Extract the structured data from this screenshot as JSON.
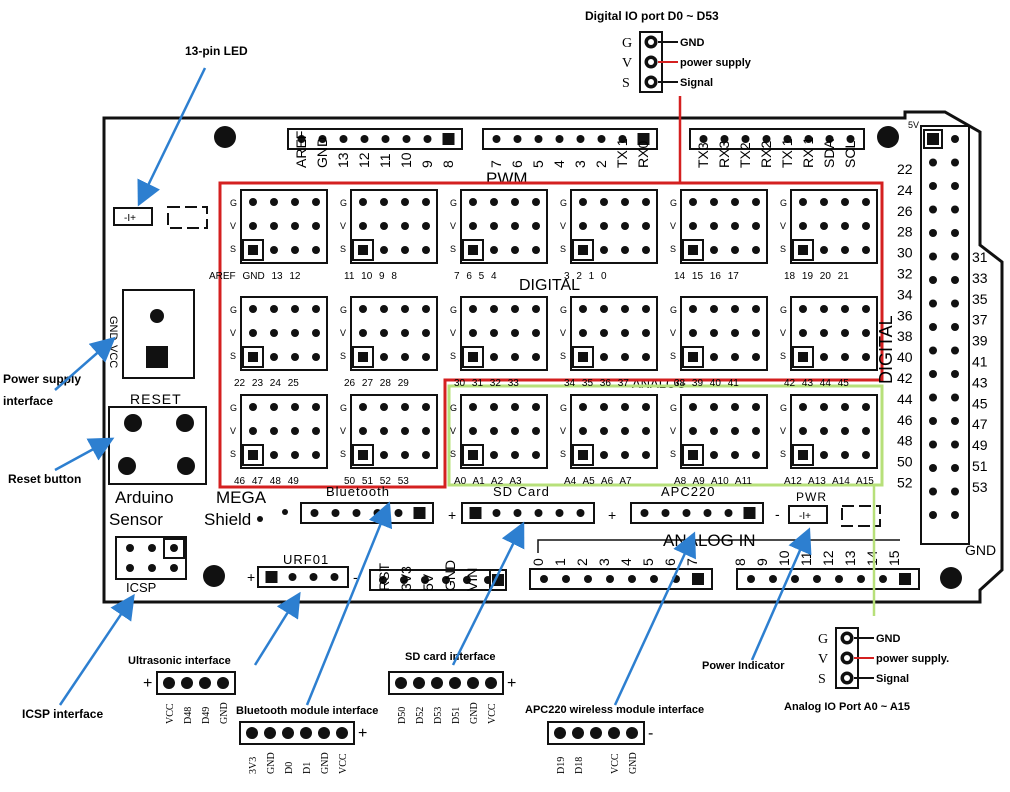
{
  "colors": {
    "board_outline": "#111111",
    "digital_box": "#d42020",
    "analog_box": "#b7e07a",
    "arrow": "#2d7fd0",
    "power_wire": "#d42020"
  },
  "callouts": {
    "digital_io_title": "Digital IO port D0 ~ D53",
    "analog_io_title": "Analog IO Port A0 ~ A15",
    "led13": "13-pin LED",
    "power_supply_interface": [
      "Power supply",
      "interface"
    ],
    "reset_button": "Reset button",
    "icsp_interface": "ICSP interface",
    "ultrasonic_interface": "Ultrasonic interface",
    "bluetooth_module_interface": "Bluetooth module interface",
    "sd_card_interface": "SD card interface",
    "apc220_interface": "APC220 wireless module interface",
    "power_indicator": "Power Indicator"
  },
  "pin_legend": {
    "letters": [
      "G",
      "V",
      "S"
    ],
    "labels": [
      "GND",
      "power supply",
      "Signal"
    ],
    "labels_analog": [
      "GND",
      "power supply.",
      "Signal"
    ]
  },
  "board": {
    "header_top_left": [
      "AREF",
      "GND",
      "13",
      "12",
      "11",
      "10",
      "9",
      "8"
    ],
    "header_top_mid": [
      "7",
      "6",
      "5",
      "4",
      "3",
      "2",
      "TX 1",
      "RX0"
    ],
    "header_top_right": [
      "TX3",
      "RX3",
      "TX2",
      "RX2",
      "TX 1",
      "RX 1",
      "SDA",
      "SCL"
    ],
    "pwm_label": "PWM",
    "digital_label": "DIGITAL",
    "digital_side_label": "DIGITAL",
    "analog_label": "ANALOG",
    "analog_in_label": "ANALOG IN",
    "reset_label": "RESET",
    "gnd_vcc_labels": [
      "GND",
      "VCC"
    ],
    "arduino_label": "Arduino",
    "sensor_label": "Sensor",
    "mega_label": "MEGA",
    "shield_label": "Shield",
    "bluetooth_label": "Bluetooth",
    "sdcard_label": "SD Card",
    "apc220_label": "APC220",
    "pwr_label": "PWR",
    "urf01_label": "URF01",
    "icsp_label": "ICSP",
    "bt_pins": [
      "RST",
      "3V3",
      "5V",
      "GND",
      "VIN"
    ],
    "analog_numbers": [
      "0",
      "1",
      "2",
      "3",
      "4",
      "5",
      "6",
      "7",
      "8",
      "9",
      "10",
      "11",
      "12",
      "13",
      "14",
      "15"
    ],
    "right_header_left": [
      "22",
      "24",
      "26",
      "28",
      "30",
      "32",
      "34",
      "36",
      "38",
      "40",
      "42",
      "44",
      "46",
      "48",
      "50",
      "52"
    ],
    "right_header_right": [
      "31",
      "33",
      "35",
      "37",
      "39",
      "41",
      "43",
      "45",
      "47",
      "49",
      "51",
      "53"
    ],
    "right_header_top": "5V",
    "right_header_bottom": "GND",
    "gvs_rows": [
      [
        "AREF GND 13 12",
        "11 10 9 8",
        "7 6 5 4",
        "3 2 1 0",
        "14 15 16 17",
        "18 19 20 21"
      ],
      [
        "22 23 24 25",
        "26 27 28 29",
        "30 31 32 33",
        "34 35 36 37",
        "38 39 40 41",
        "42 43 44 45"
      ],
      [
        "46 47 48 49",
        "50 51 52 53",
        "A0 A1 A2 A3",
        "A4 A5 A6 A7",
        "A8 A9 A10 A11",
        "A12 A13 A14 A15"
      ]
    ],
    "plus": "+",
    "minus": "-"
  },
  "connectors": {
    "ultrasonic_pins": [
      "VCC",
      "D48",
      "D49",
      "GND"
    ],
    "bluetooth_pins": [
      "3V3",
      "GND",
      "D0",
      "D1",
      "GND",
      "VCC"
    ],
    "sdcard_pins": [
      "D50",
      "D52",
      "D53",
      "D51",
      "GND",
      "VCC"
    ],
    "apc220_pins": [
      "D19",
      "D18",
      "",
      "VCC",
      "GND"
    ]
  }
}
